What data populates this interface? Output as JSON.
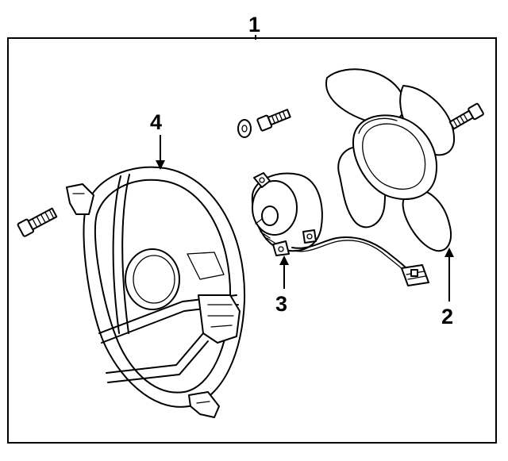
{
  "diagram": {
    "callouts": {
      "assembly": "1",
      "fan_blade": "2",
      "motor": "3",
      "shroud": "4"
    }
  }
}
